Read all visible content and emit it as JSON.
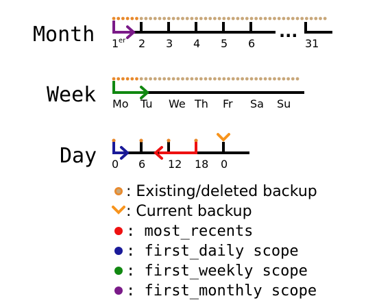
{
  "colors": {
    "backup": "#c8a77a",
    "backup_alt": "#e8892c",
    "current": "#f7941d",
    "most_recents": "#ee1111",
    "daily": "#1a1a99",
    "weekly": "#118811",
    "monthly": "#7a1a88"
  },
  "rows": {
    "month": {
      "title": "Month",
      "first_label": "1",
      "first_suffix": "er",
      "labels": [
        "2",
        "3",
        "4",
        "5",
        "6"
      ],
      "ellipsis": "...",
      "last_label": "31"
    },
    "week": {
      "title": "Week",
      "labels": [
        "Mo",
        "Tu",
        "We",
        "Th",
        "Fr",
        "Sa",
        "Su"
      ]
    },
    "day": {
      "title": "Day",
      "labels": [
        "0",
        "6",
        "12",
        "18",
        "0"
      ]
    }
  },
  "legend": [
    {
      "marker": "backup-dot",
      "color": "#e8892c",
      "text": ": Existing/deleted backup"
    },
    {
      "marker": "current-chevron",
      "color": "#f7941d",
      "text": ": Current backup"
    },
    {
      "marker": "dot",
      "color": "#ee1111",
      "text": ": most_recents"
    },
    {
      "marker": "dot",
      "color": "#1a1a99",
      "text": ": first_daily scope"
    },
    {
      "marker": "dot",
      "color": "#118811",
      "text": ": first_weekly scope"
    },
    {
      "marker": "dot",
      "color": "#7a1a88",
      "text": ": first_monthly scope"
    }
  ]
}
